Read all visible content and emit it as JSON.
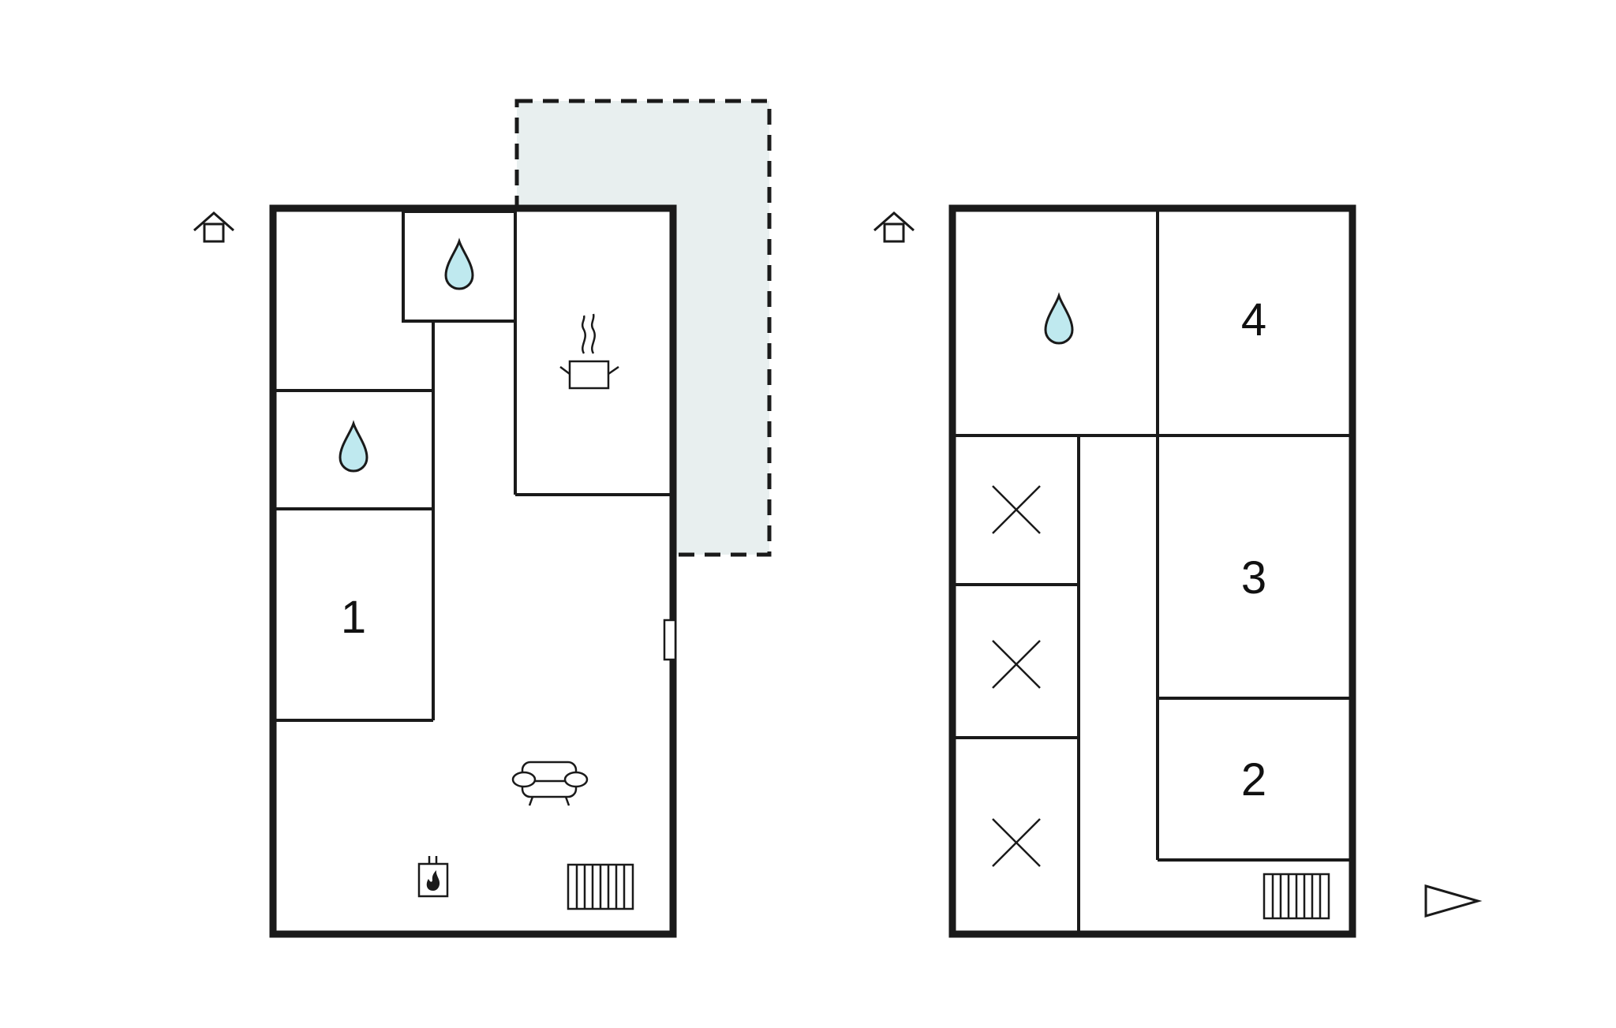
{
  "colors": {
    "wall": "#1a1a1a",
    "water_drop": "#bfe9ef",
    "terrace_fill": "#e8efef",
    "background": "#ffffff"
  },
  "ground_floor": {
    "room_labels": [
      "1"
    ],
    "icons": [
      "floor-level-icon",
      "water-drop-icon",
      "water-drop-icon",
      "cooking-pot-icon",
      "sofa-icon",
      "fireplace-icon",
      "radiator-icon",
      "door-icon"
    ],
    "terrace": "dashed outline"
  },
  "upper_floor": {
    "room_labels": [
      "4",
      "3",
      "2"
    ],
    "icons": [
      "floor-level-icon",
      "water-drop-icon",
      "void-cross-icon",
      "void-cross-icon",
      "void-cross-icon",
      "radiator-icon",
      "north-arrow-icon"
    ]
  }
}
